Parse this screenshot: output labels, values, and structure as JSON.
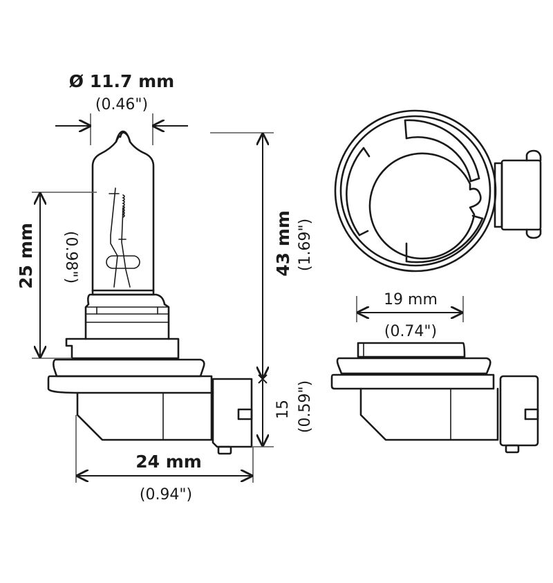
{
  "diagram": {
    "subject": "Halogen headlight bulb dimension drawing",
    "views": [
      "side view",
      "top view",
      "base side view"
    ],
    "dimensions": {
      "diameter": {
        "metric": "Ø 11.7 mm",
        "imperial": "(0.46\")"
      },
      "light_center_height": {
        "metric": "25 mm",
        "imperial": "(0.98\")"
      },
      "overall_height": {
        "metric": "43 mm",
        "imperial": "(1.69\")"
      },
      "base_height": {
        "metric": "15",
        "imperial": "(0.59\")"
      },
      "base_width": {
        "metric": "24 mm",
        "imperial": "(0.94\")"
      },
      "flange_width": {
        "metric": "19 mm",
        "imperial": "(0.74\")"
      }
    },
    "colors": {
      "line": "#1a1a1a",
      "background": "#ffffff"
    }
  }
}
